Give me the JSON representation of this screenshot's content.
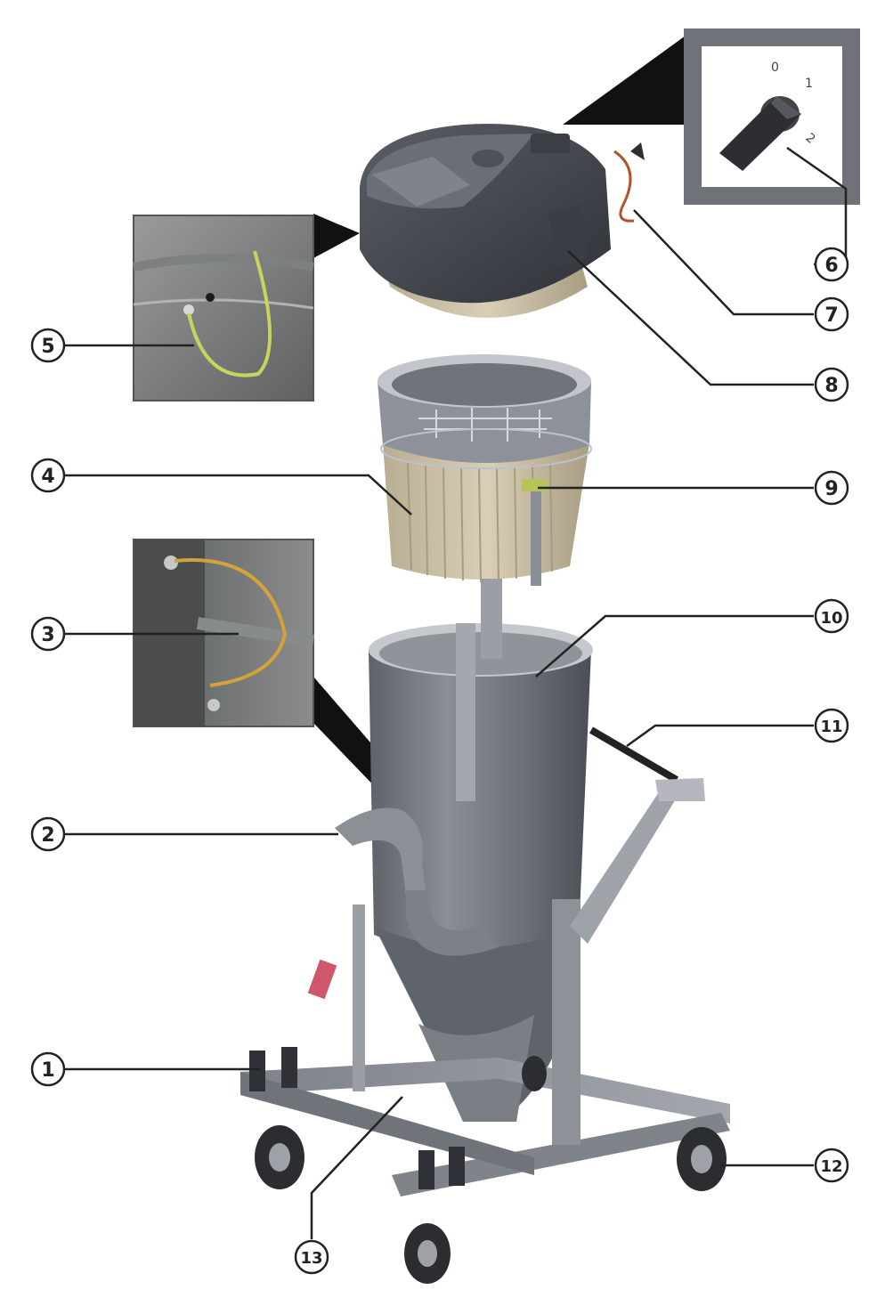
{
  "diagram": {
    "callouts": [
      {
        "id": "c1",
        "number": "1"
      },
      {
        "id": "c2",
        "number": "2"
      },
      {
        "id": "c3",
        "number": "3"
      },
      {
        "id": "c4",
        "number": "4"
      },
      {
        "id": "c5",
        "number": "5"
      },
      {
        "id": "c6",
        "number": "6"
      },
      {
        "id": "c7",
        "number": "7"
      },
      {
        "id": "c8",
        "number": "8"
      },
      {
        "id": "c9",
        "number": "9"
      },
      {
        "id": "c10",
        "number": "10"
      },
      {
        "id": "c11",
        "number": "11"
      },
      {
        "id": "c12",
        "number": "12"
      },
      {
        "id": "c13",
        "number": "13"
      }
    ],
    "switch_positions": [
      "0",
      "1",
      "2"
    ]
  }
}
